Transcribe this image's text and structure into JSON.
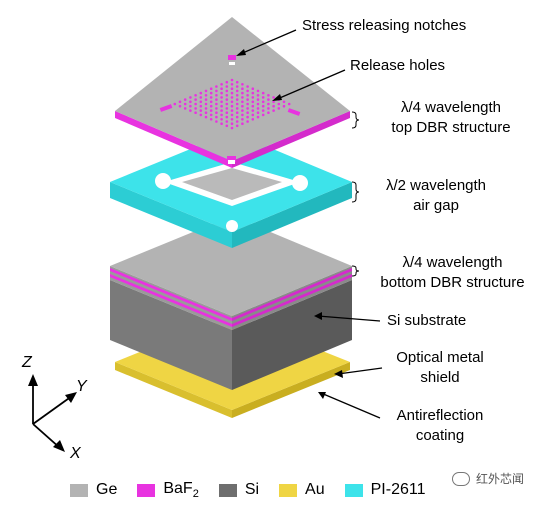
{
  "labels": {
    "stress_notches": "Stress releasing notches",
    "release_holes": "Release holes",
    "top_dbr_line1": "λ/4 wavelength",
    "top_dbr_line2": "top DBR structure",
    "air_gap_line1": "λ/2 wavelength",
    "air_gap_line2": "air gap",
    "bottom_dbr_line1": "λ/4 wavelength",
    "bottom_dbr_line2": "bottom DBR structure",
    "si_substrate": "Si substrate",
    "metal_shield_line1": "Optical metal",
    "metal_shield_line2": "shield",
    "antireflection_line1": "Antireflection",
    "antireflection_line2": "coating"
  },
  "axes": {
    "z": "Z",
    "y": "Y",
    "x": "X"
  },
  "legend": [
    {
      "label": "Ge",
      "color": "#b3b3b3"
    },
    {
      "label": "BaF",
      "sub": "2",
      "color": "#e833e0"
    },
    {
      "label": "Si",
      "color": "#6e6e6e"
    },
    {
      "label": "Au",
      "color": "#efd544"
    },
    {
      "label": "PI-2611",
      "color": "#3de3ea"
    }
  ],
  "watermark": "红外芯闻",
  "colors": {
    "ge": "#b3b3b3",
    "baf2": "#e833e0",
    "si": "#6e6e6e",
    "au": "#efd544",
    "pi": "#3de3ea"
  }
}
